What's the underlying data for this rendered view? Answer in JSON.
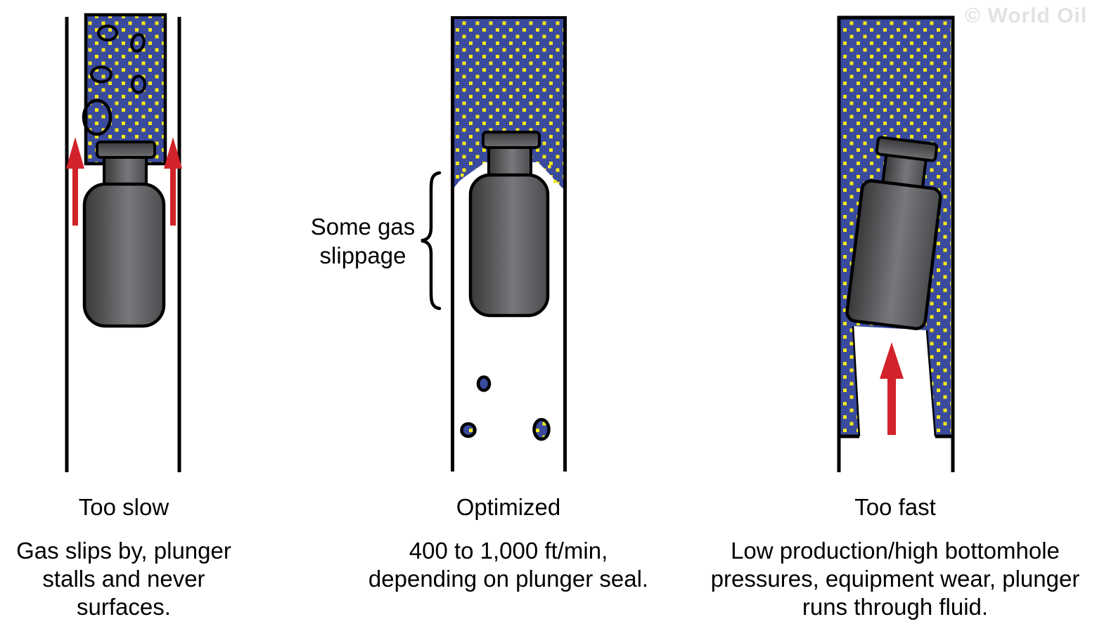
{
  "watermark": "© World Oil",
  "panels": {
    "too_slow": {
      "title": "Too slow",
      "caption": "Gas slips by, plunger\nstalls and never\nsurfaces."
    },
    "optimized": {
      "title": "Optimized",
      "caption": "400 to 1,000 ft/min,\ndepending on plunger seal.",
      "annotation": "Some gas\nslippage"
    },
    "too_fast": {
      "title": "Too fast",
      "caption": "Low production/high bottomhole\npressures, equipment wear, plunger\nruns through fluid."
    }
  },
  "colors": {
    "liquid_blue": "#3A4A9D",
    "dot_yellow": "#F6EB16",
    "arrow_red": "#D2232A",
    "outline_black": "#000000",
    "plunger_dark": "#38383A",
    "plunger_light": "#77787B",
    "plunger_edge": "#4B4C4E",
    "watermark_gray": "#E2E2E2"
  }
}
